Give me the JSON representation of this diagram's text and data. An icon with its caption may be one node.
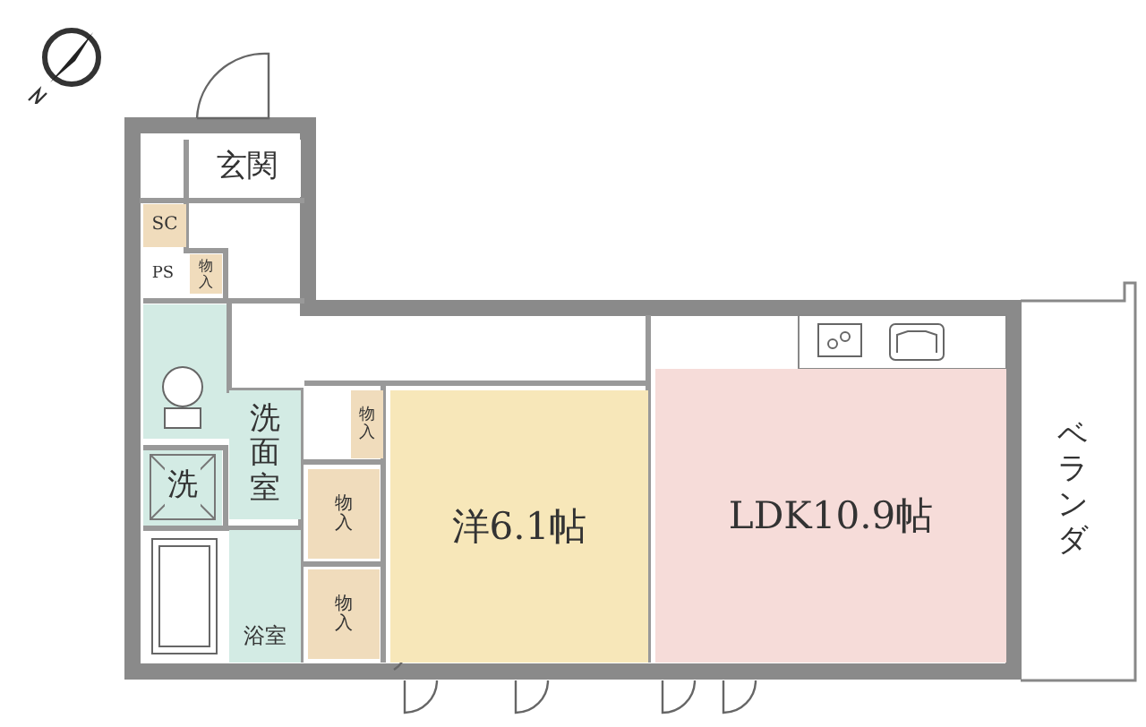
{
  "diagram": {
    "nodes": [
      {
        "text": [
          "玄関"
        ]
      },
      {
        "text": [
          "SC"
        ]
      },
      {
        "text": [
          "PS"
        ]
      },
      {
        "text": [
          "物入"
        ]
      },
      {
        "text": [
          "LDK10.9帖"
        ]
      },
      {
        "text": [
          "ベランダ"
        ]
      },
      {
        "text": [
          "洗面室"
        ]
      },
      {
        "text": [
          "物入"
        ]
      },
      {
        "text": [
          "洋6.1帖"
        ]
      },
      {
        "text": [
          "洗"
        ]
      },
      {
        "text": [
          "物入"
        ]
      },
      {
        "text": [
          "浴室"
        ]
      },
      {
        "text": [
          "物入"
        ]
      }
    ]
  }
}
